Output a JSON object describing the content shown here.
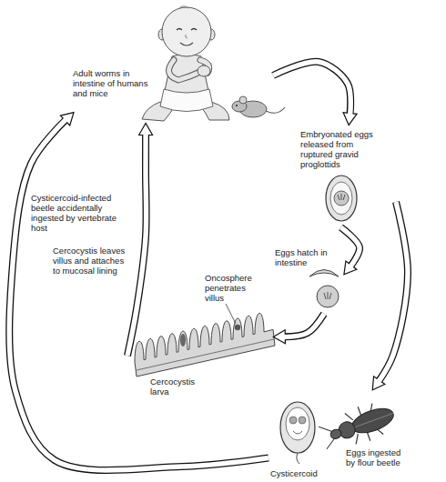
{
  "diagram": {
    "nodes": [
      {
        "text": [
          "Adult worms in intestine of humans and mice"
        ]
      },
      {
        "text": [
          "Embryonated eggs released from ruptured gravid proglottids"
        ]
      },
      {
        "text": [
          "Eggs hatch in intestine"
        ]
      },
      {
        "text": [
          "Oncosphere penetrates villus",
          "Cercocystis larva"
        ]
      },
      {
        "text": [
          "Eggs ingested by flour beetle",
          "Cysticercoid"
        ]
      }
    ],
    "edges": [
      {
        "from": 0,
        "to": 1,
        "arrow": "to"
      },
      {
        "from": 1,
        "to": 2,
        "arrow": "to"
      },
      {
        "from": 1,
        "to": 4,
        "arrow": "to"
      },
      {
        "from": 2,
        "to": 3,
        "arrow": "to"
      },
      {
        "from": 3,
        "to": 0,
        "label": "Cercocystis leaves villus and attaches to mucosal lining",
        "arrow": "to"
      },
      {
        "from": 4,
        "to": 0,
        "label": "Cysticercoid-infected beetle accidentally ingested by vertebrate host",
        "arrow": "to"
      }
    ]
  }
}
